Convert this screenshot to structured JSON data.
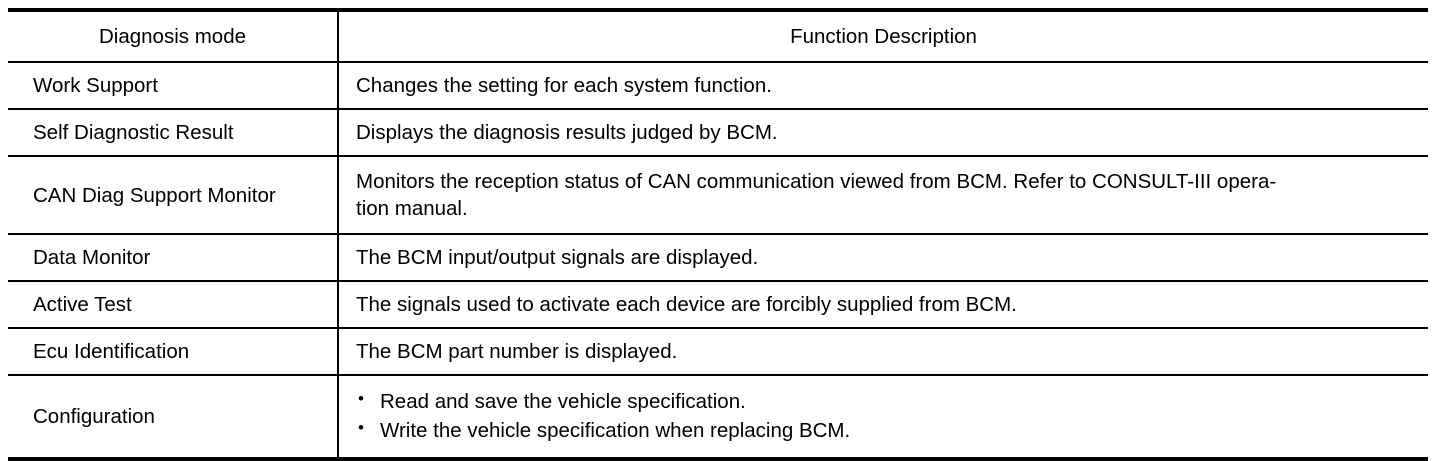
{
  "table": {
    "headers": {
      "mode": "Diagnosis mode",
      "description": "Function Description"
    },
    "rows": [
      {
        "mode": "Work Support",
        "description": "Changes the setting for each system function."
      },
      {
        "mode": "Self Diagnostic Result",
        "description": "Displays the diagnosis results judged by BCM."
      },
      {
        "mode": "CAN Diag Support Monitor",
        "description_line1": "Monitors the reception status of CAN communication viewed from BCM. Refer to CONSULT-III opera-",
        "description_line2": "tion manual."
      },
      {
        "mode": "Data Monitor",
        "description": "The BCM input/output signals are displayed."
      },
      {
        "mode": "Active Test",
        "description": "The signals used to activate each device are forcibly supplied from BCM."
      },
      {
        "mode": "Ecu Identification",
        "description": "The BCM part number is displayed."
      },
      {
        "mode": "Configuration",
        "bullets": [
          "Read and save the vehicle specification.",
          "Write the vehicle specification when replacing BCM."
        ]
      }
    ]
  }
}
